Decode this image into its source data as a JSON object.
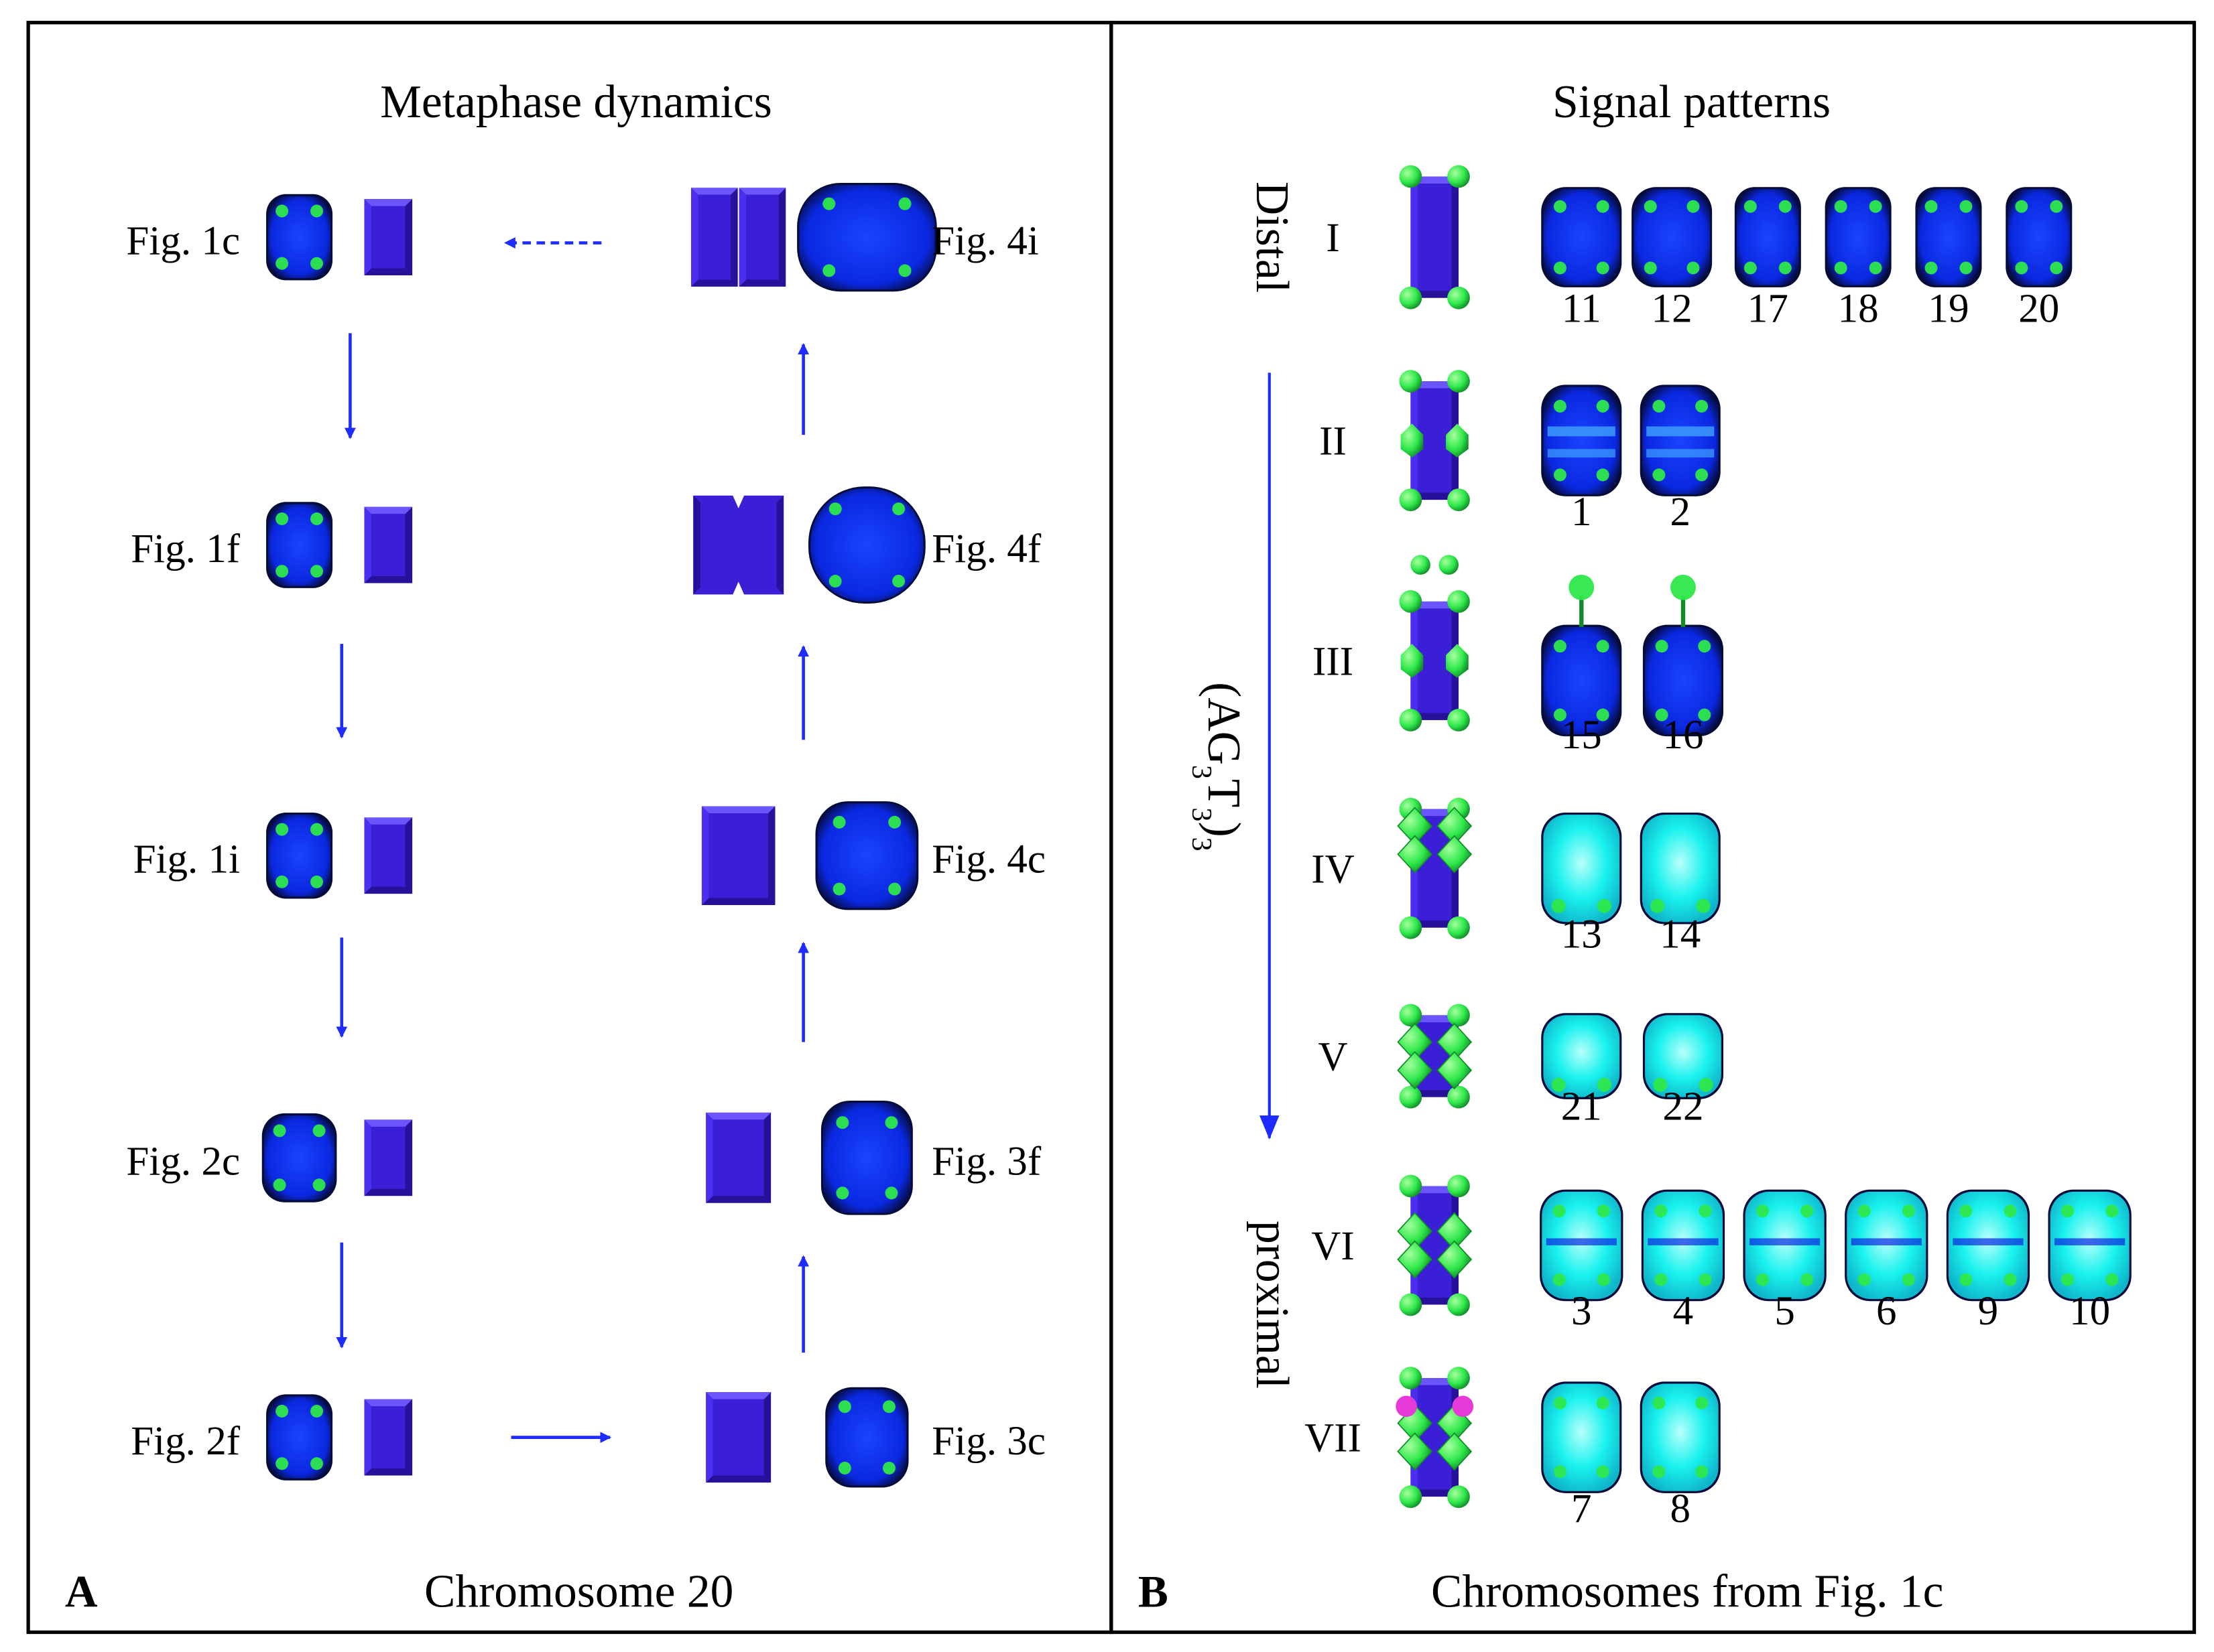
{
  "colors": {
    "blue_model": "#3b1fd6",
    "blue_model_dark": "#27109a",
    "blue_model_light": "#6b55ff",
    "chrom_blue": "#0a28e0",
    "chrom_cyan": "#19f2ee",
    "chrom_outline": "#050b3a",
    "signal_green": "#2ee84a",
    "signal_green_dark": "#118a2a",
    "signal_magenta": "#e63ad8",
    "arrow_blue": "#1e2cff",
    "frame": "#000000"
  },
  "panel_a": {
    "letter": "A",
    "title": "Metaphase dynamics",
    "caption": "Chromosome 20",
    "left_column": [
      {
        "label": "Fig. 1c",
        "model": "single"
      },
      {
        "label": "Fig. 1f",
        "model": "single"
      },
      {
        "label": "Fig. 1i",
        "model": "single"
      },
      {
        "label": "Fig. 2c",
        "model": "single"
      },
      {
        "label": "Fig. 2f",
        "model": "single"
      }
    ],
    "right_column": [
      {
        "label": "Fig. 4i",
        "model": "split"
      },
      {
        "label": "Fig. 4f",
        "model": "notched"
      },
      {
        "label": "Fig. 4c",
        "model": "single"
      },
      {
        "label": "Fig. 3f",
        "model": "single"
      },
      {
        "label": "Fig. 3c",
        "model": "single"
      }
    ],
    "flow": "Fig. 1c → Fig. 1f → Fig. 1i → Fig. 2c → Fig. 2f → Fig. 3c → Fig. 3f → Fig. 4c → Fig. 4f → Fig. 4i ⇢ Fig. 1c"
  },
  "panel_b": {
    "letter": "B",
    "title": "Signal patterns",
    "caption": "Chromosomes from Fig. 1c",
    "axis_top": "Distal",
    "axis_bottom": "proximal",
    "axis_label": "(AG3T3)3",
    "patterns": [
      {
        "numeral": "I",
        "chromosomes": [
          "11",
          "12",
          "17",
          "18",
          "19",
          "20"
        ]
      },
      {
        "numeral": "II",
        "chromosomes": [
          "1",
          "2"
        ]
      },
      {
        "numeral": "III",
        "chromosomes": [
          "15",
          "16"
        ]
      },
      {
        "numeral": "IV",
        "chromosomes": [
          "13",
          "14"
        ]
      },
      {
        "numeral": "V",
        "chromosomes": [
          "21",
          "22"
        ]
      },
      {
        "numeral": "VI",
        "chromosomes": [
          "3",
          "4",
          "5",
          "6",
          "9",
          "10"
        ]
      },
      {
        "numeral": "VII",
        "chromosomes": [
          "7",
          "8"
        ]
      }
    ]
  }
}
